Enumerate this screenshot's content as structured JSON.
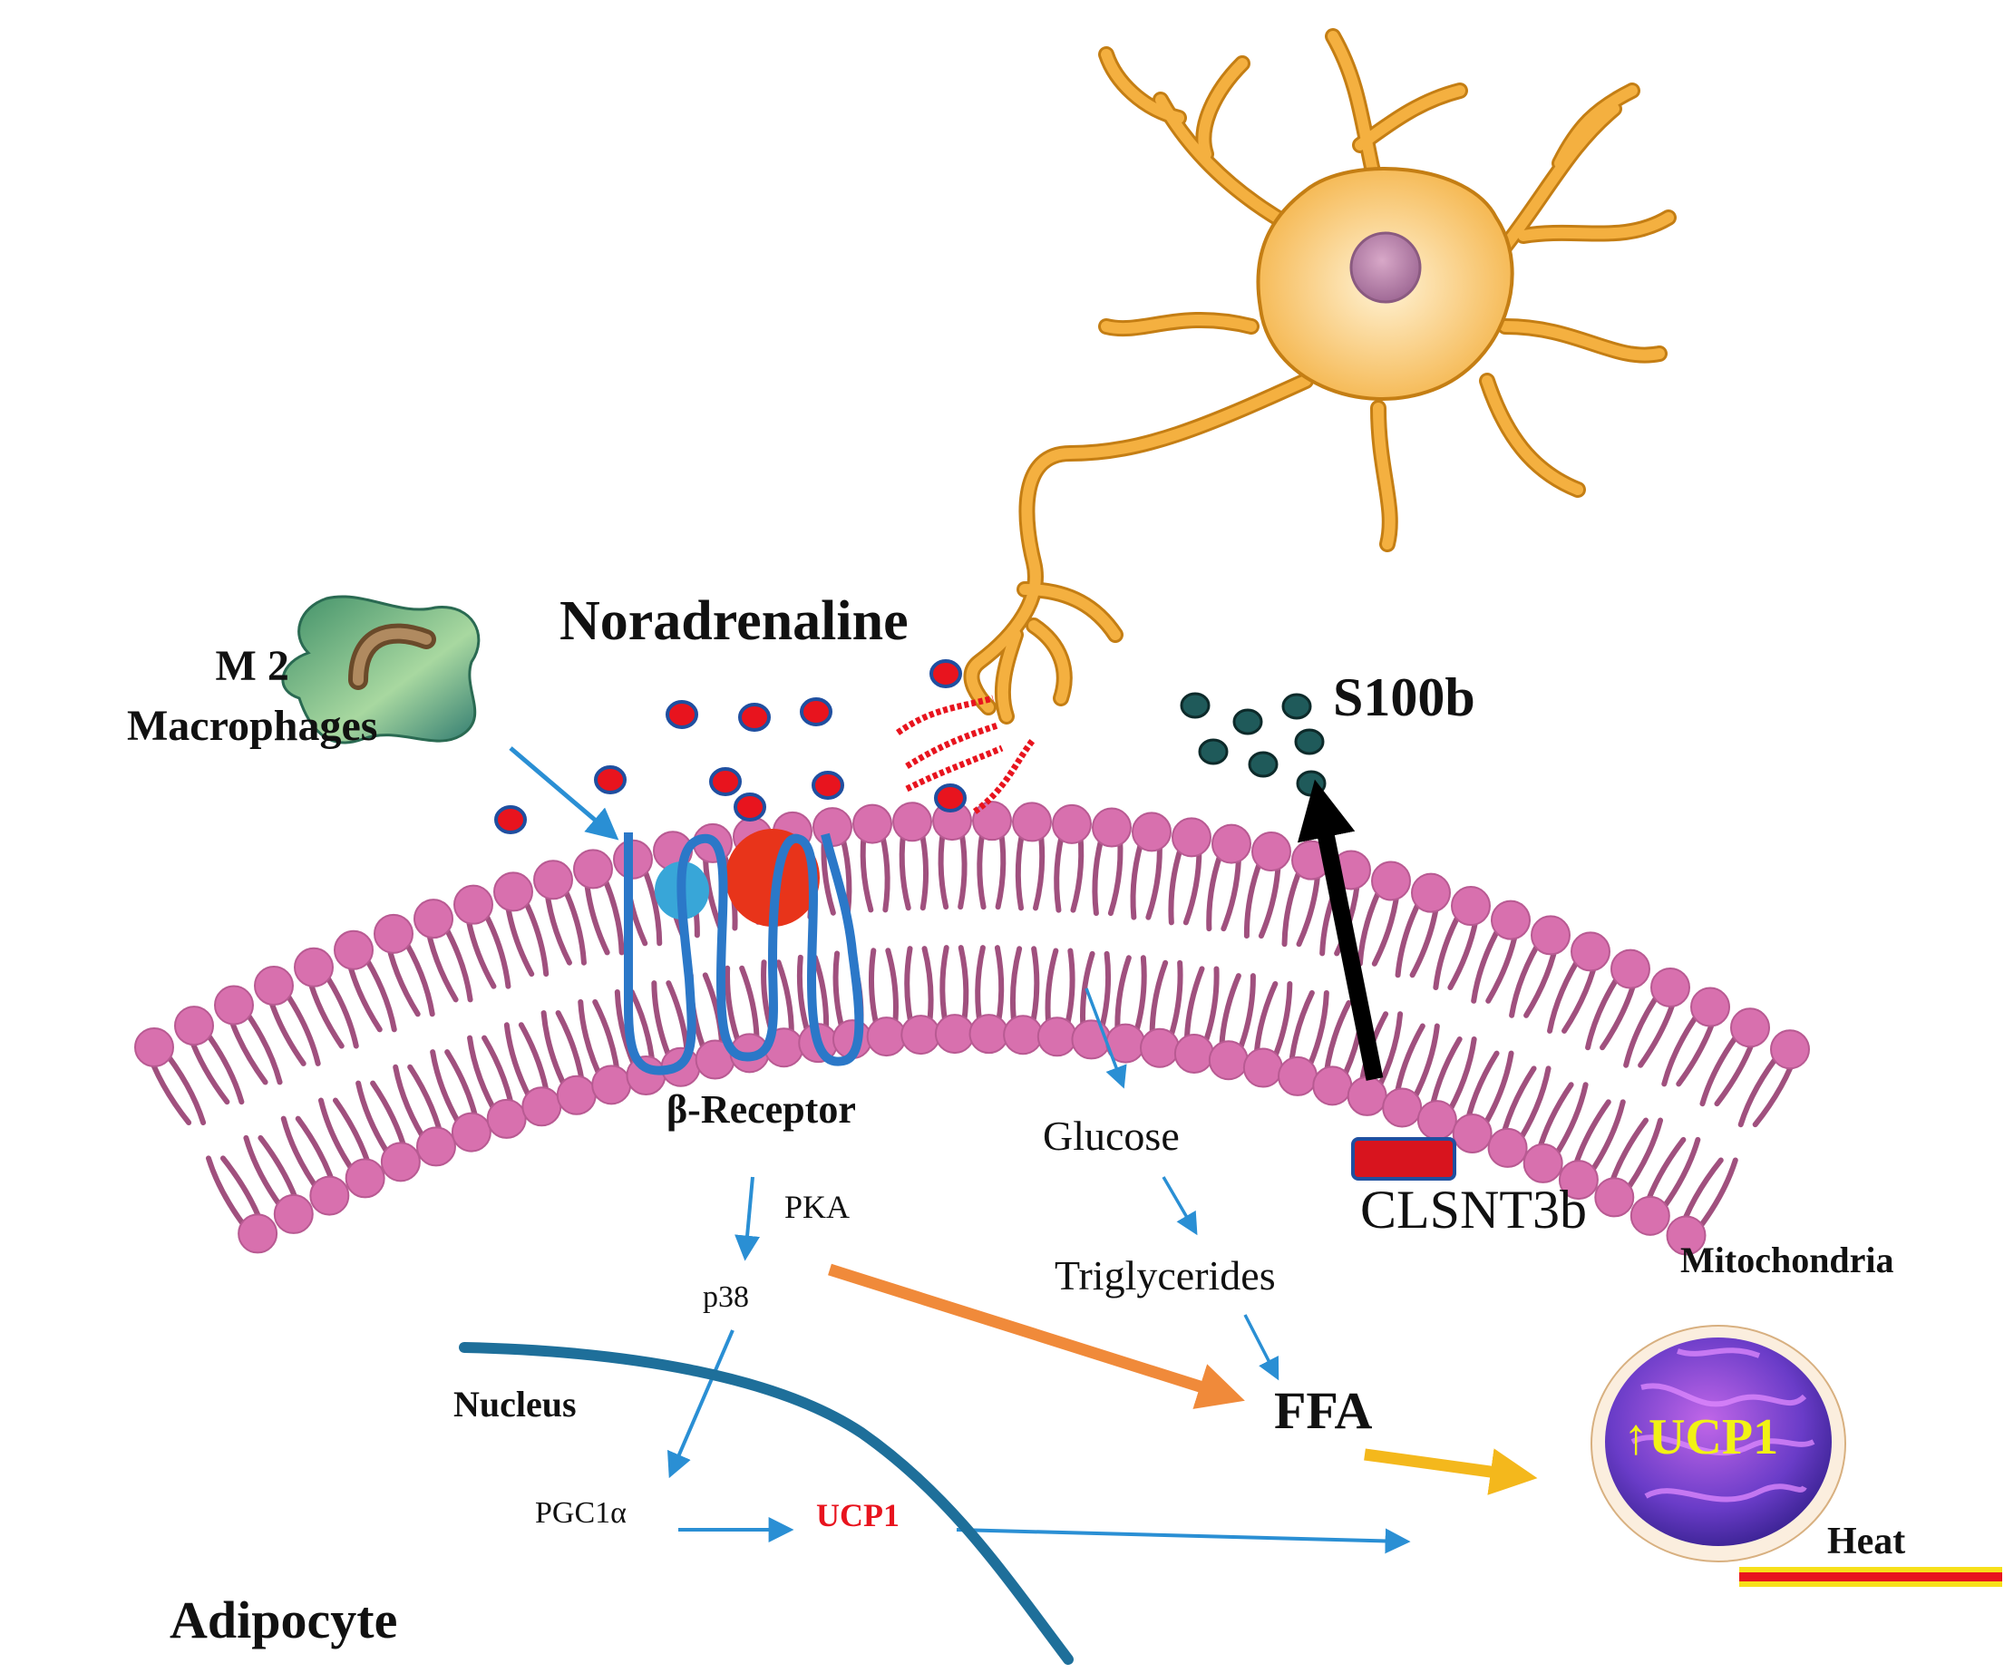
{
  "labels": {
    "noradrenaline": "Noradrenaline",
    "m2_line1": "M 2",
    "m2_line2": "Macrophages",
    "s100b": "S100b",
    "b_receptor": "β-Receptor",
    "glucose": "Glucose",
    "pka": "PKA",
    "clsnt3b": "CLSNT3b",
    "triglycerides": "Triglycerides",
    "mitochondria": "Mitochondria",
    "p38": "p38",
    "nucleus": "Nucleus",
    "ffa": "FFA",
    "ucp1_mito": "↑UCP1",
    "heat": "Heat",
    "pgc1a": "PGC1α",
    "ucp1": "UCP1",
    "adipocyte": "Adipocyte"
  },
  "colors": {
    "membrane_head": "#d870ae",
    "membrane_tail": "#a0507e",
    "neuron": "#f4b040",
    "noradrenaline_dot": "#e8141e",
    "s100b_dot": "#1f5a5a",
    "receptor": "#2b78c8",
    "signal_arrow": "#2a8fd4",
    "pka_ffa_arrow": "#f08a3a",
    "ffa_mito_arrow": "#f4b81c",
    "nucleus_membrane": "#1e6f9a",
    "mitochondria": "#6a3cc8",
    "heat_red": "#e8141e",
    "heat_yellow": "#f7e01a"
  },
  "icons": {
    "neuron": "neuron-icon",
    "macrophage": "macrophage-icon",
    "mitochondrion": "mitochondrion-icon",
    "receptor": "beta-receptor-icon",
    "clsnt3b": "clsnt3b-block-icon"
  }
}
